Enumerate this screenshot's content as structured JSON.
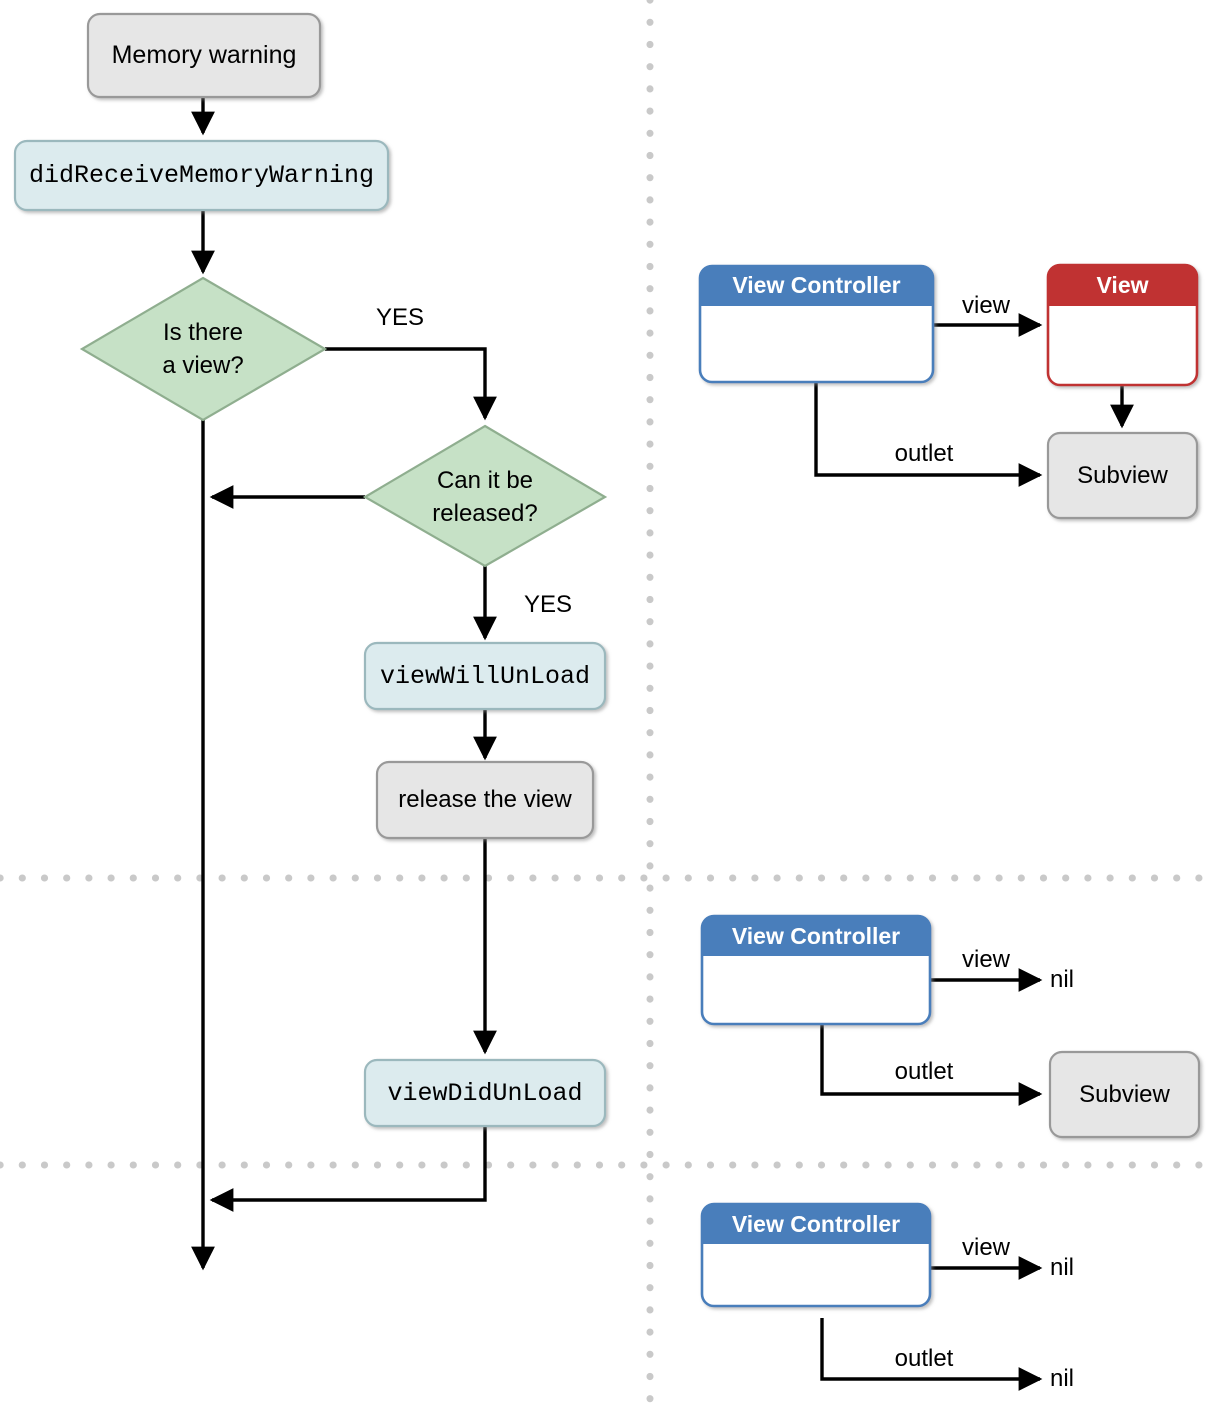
{
  "diagram": {
    "title": "iOS View Controller memory warning lifecycle",
    "colors": {
      "grey_fill": "#e6e6e6",
      "grey_stroke": "#999999",
      "blue_fill": "#dcebee",
      "blue_stroke": "#9bb8bd",
      "green_fill": "#c6e1c6",
      "green_stroke": "#8fae8f",
      "vc_blue": "#4a7ebb",
      "view_red": "#c03232",
      "line": "#000000",
      "divider": "#c9c9c9"
    },
    "flow": {
      "nodes": [
        {
          "id": "memory-warning",
          "label": "Memory warning",
          "shape": "rounded-rect",
          "style": "grey",
          "font": "sans"
        },
        {
          "id": "did-receive-memory-warning",
          "label": "didReceiveMemoryWarning",
          "shape": "rounded-rect",
          "style": "blue",
          "font": "mono"
        },
        {
          "id": "is-there-a-view",
          "label": "Is there\na view?",
          "shape": "diamond",
          "style": "green",
          "font": "sans"
        },
        {
          "id": "can-it-be-released",
          "label": "Can it be\nreleased?",
          "shape": "diamond",
          "style": "green",
          "font": "sans"
        },
        {
          "id": "view-will-unload",
          "label": "viewWillUnLoad",
          "shape": "rounded-rect",
          "style": "blue",
          "font": "mono"
        },
        {
          "id": "release-the-view",
          "label": "release the view",
          "shape": "rounded-rect",
          "style": "grey",
          "font": "sans"
        },
        {
          "id": "view-did-unload",
          "label": "viewDidUnLoad",
          "shape": "rounded-rect",
          "style": "blue",
          "font": "mono"
        }
      ],
      "edge_labels": [
        {
          "id": "yes-is-there-a-view",
          "label": "YES"
        },
        {
          "id": "yes-can-it-be-released",
          "label": "YES"
        }
      ]
    },
    "panels": [
      {
        "id": "panel-loaded",
        "view_controller": {
          "title": "View Controller"
        },
        "view": {
          "title": "View"
        },
        "subview": {
          "label": "Subview"
        },
        "edges": [
          {
            "id": "view-edge",
            "label": "view",
            "target": "View"
          },
          {
            "id": "outlet-edge",
            "label": "outlet",
            "target": "Subview"
          }
        ]
      },
      {
        "id": "panel-view-released",
        "view_controller": {
          "title": "View Controller"
        },
        "view_target": "nil",
        "subview": {
          "label": "Subview"
        },
        "edges": [
          {
            "id": "view-edge",
            "label": "view",
            "target": "nil"
          },
          {
            "id": "outlet-edge",
            "label": "outlet",
            "target": "Subview"
          }
        ]
      },
      {
        "id": "panel-outlets-cleared",
        "view_controller": {
          "title": "View Controller"
        },
        "view_target": "nil",
        "outlet_target": "nil",
        "edges": [
          {
            "id": "view-edge",
            "label": "view",
            "target": "nil"
          },
          {
            "id": "outlet-edge",
            "label": "outlet",
            "target": "nil"
          }
        ]
      }
    ]
  }
}
